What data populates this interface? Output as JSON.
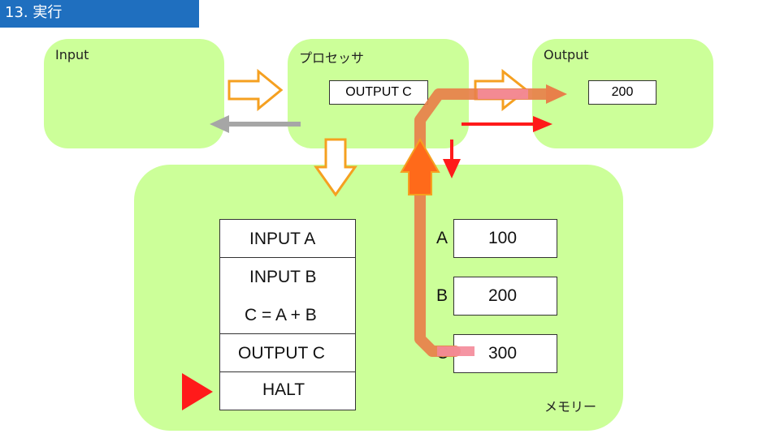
{
  "header": {
    "title": "13.  実行"
  },
  "panels": {
    "input_label": "Input",
    "processor_label": "プロセッサ",
    "output_label": "Output",
    "memory_label": "メモリー"
  },
  "processor": {
    "current_instruction": "OUTPUT C"
  },
  "output": {
    "value": "200"
  },
  "program": {
    "instructions": [
      "INPUT A",
      "INPUT B",
      "C = A + B",
      "OUTPUT C",
      "HALT"
    ]
  },
  "memory": {
    "cells": [
      {
        "name": "A",
        "value": "100"
      },
      {
        "name": "B",
        "value": "200"
      },
      {
        "name": "C",
        "value": "300"
      }
    ]
  },
  "colors": {
    "panel": "#ccff99",
    "title_bar": "#1f6fbf",
    "data_path": "#e8804a",
    "red_arrow": "#ff1a1a",
    "outline_arrow": "#f5a020",
    "gray_arrow": "#a6a6a6"
  }
}
